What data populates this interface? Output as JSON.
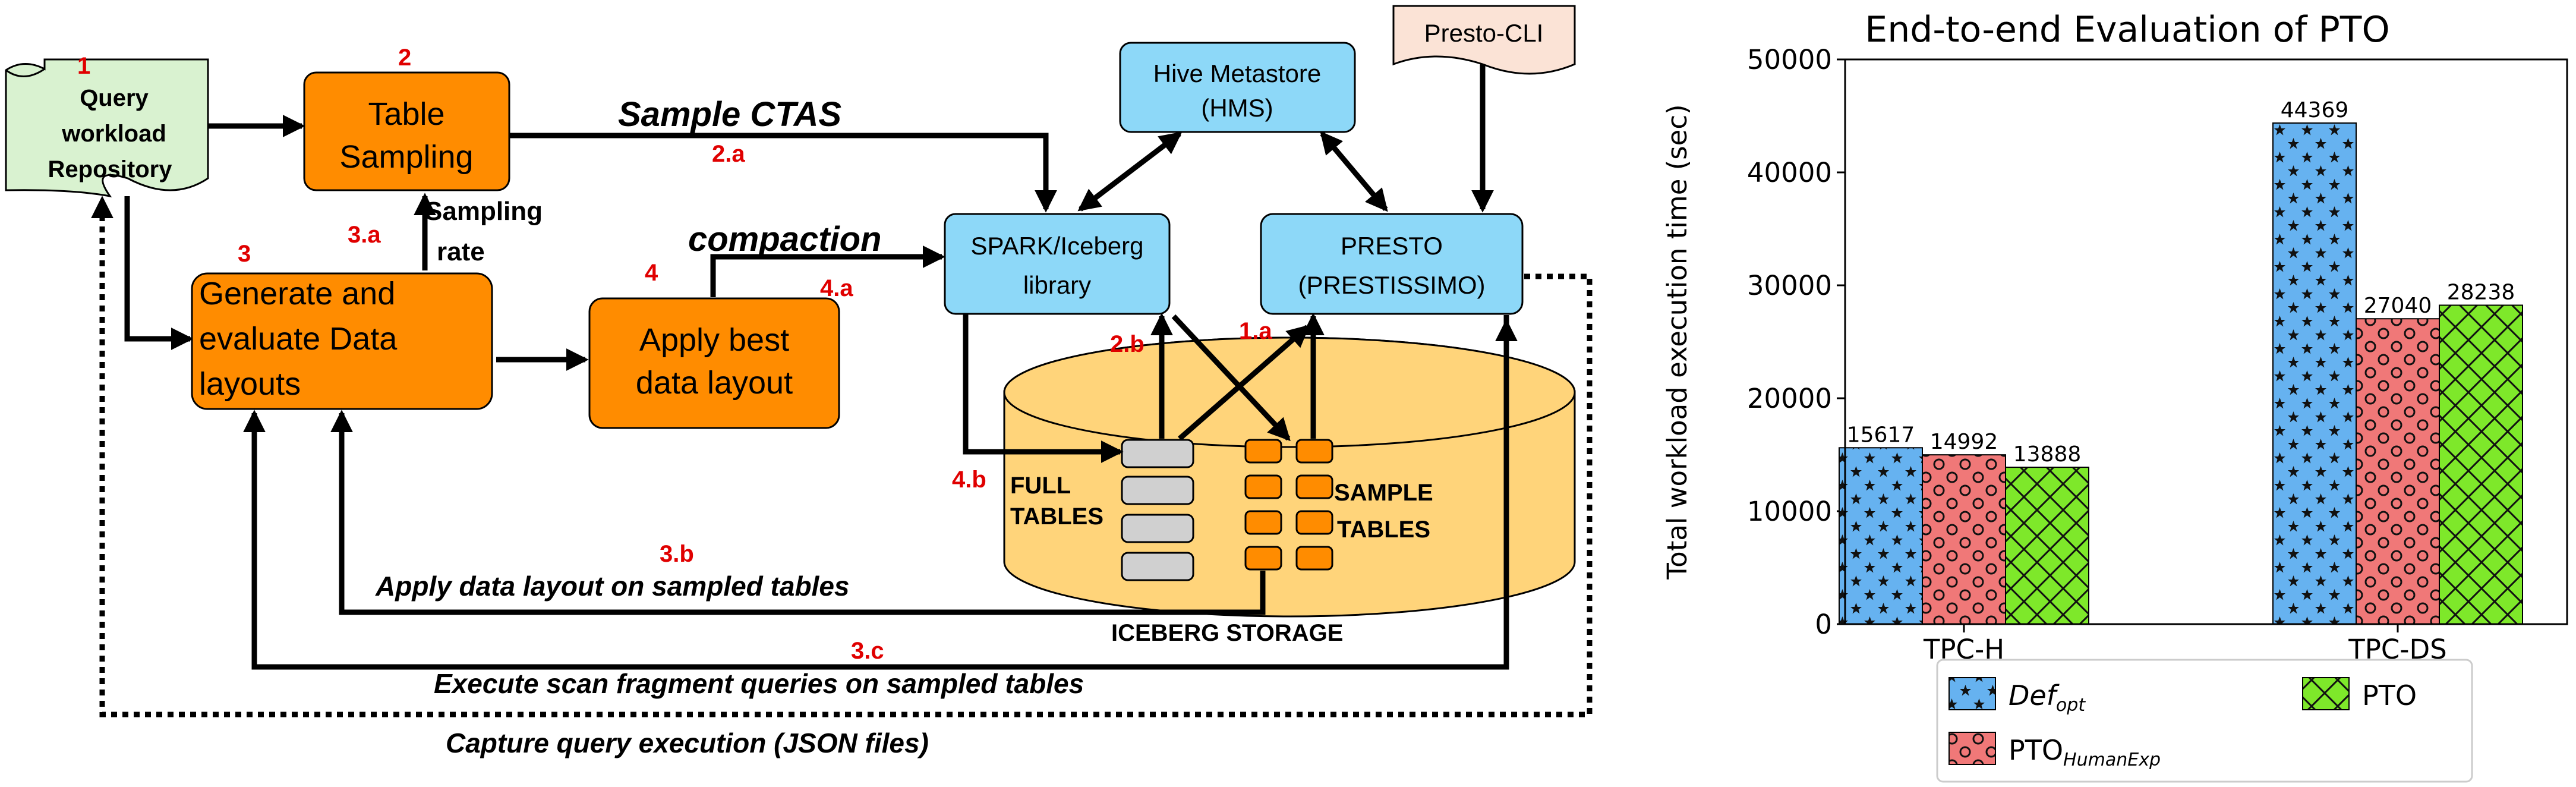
{
  "diagram": {
    "steps": {
      "s1": "1",
      "s2": "2",
      "s3": "3",
      "s4": "4",
      "s2a": "2.a",
      "s3a": "3.a",
      "s4a": "4.a",
      "s4b": "4.b",
      "s2b": "2.b",
      "s1a": "1.a",
      "s3b": "3.b",
      "s3c": "3.c"
    },
    "nodes": {
      "repository_l1": "Query",
      "repository_l2": "workload",
      "repository_l3": "Repository",
      "sampling_l1": "Table",
      "sampling_l2": "Sampling",
      "generate_l1": "Generate and",
      "generate_l2": "evaluate Data",
      "generate_l3": "layouts",
      "apply_l1": "Apply best",
      "apply_l2": "data layout",
      "hms_l1": "Hive Metastore",
      "hms_l2": "(HMS)",
      "presto_cli": "Presto-CLI",
      "spark_l1": "SPARK/Iceberg",
      "spark_l2": "library",
      "presto_l1": "PRESTO",
      "presto_l2": "(PRESTISSIMO)",
      "full_l1": "FULL",
      "full_l2": "TABLES",
      "sample_l1": "SAMPLE",
      "sample_l2": "TABLES",
      "storage": "ICEBERG STORAGE"
    },
    "edges": {
      "sample_ctas": "Sample CTAS",
      "sampling_rate_l1": "Sampling",
      "sampling_rate_l2": "rate",
      "compaction": "compaction",
      "apply_sampled": "Apply data layout on sampled tables",
      "execute_scan": "Execute scan fragment queries on sampled tables",
      "capture": "Capture query execution (JSON files)"
    },
    "colors": {
      "orange": "#ff8c00",
      "blue": "#8dd8f8",
      "green": "#d9f2d0",
      "peach": "#fbe3d6",
      "storage": "#ffd47a",
      "step_red": "#e00000"
    }
  },
  "chart_data": {
    "type": "bar",
    "title": "End-to-end Evaluation of PTO",
    "xlabel": "",
    "ylabel": "Total workload execution time (sec)",
    "categories": [
      "TPC-H",
      "TPC-DS"
    ],
    "yticks": [
      "0",
      "10000",
      "20000",
      "30000",
      "40000",
      "50000"
    ],
    "ylim": [
      0,
      50000
    ],
    "series": [
      {
        "name": "Def",
        "name_sub": "opt",
        "values": [
          15617,
          44369
        ],
        "color": "#66b2f0",
        "hatch": "stars"
      },
      {
        "name": "PTO",
        "name_sub": "HumanExp",
        "values": [
          14992,
          27040
        ],
        "color": "#f07878",
        "hatch": "circles"
      },
      {
        "name": "PTO",
        "name_sub": "",
        "values": [
          13888,
          28238
        ],
        "color": "#7ee82a",
        "hatch": "cross"
      }
    ],
    "value_labels": [
      [
        "15617",
        "44369"
      ],
      [
        "14992",
        "27040"
      ],
      [
        "13888",
        "28238"
      ]
    ],
    "legend_position": "bottom"
  }
}
